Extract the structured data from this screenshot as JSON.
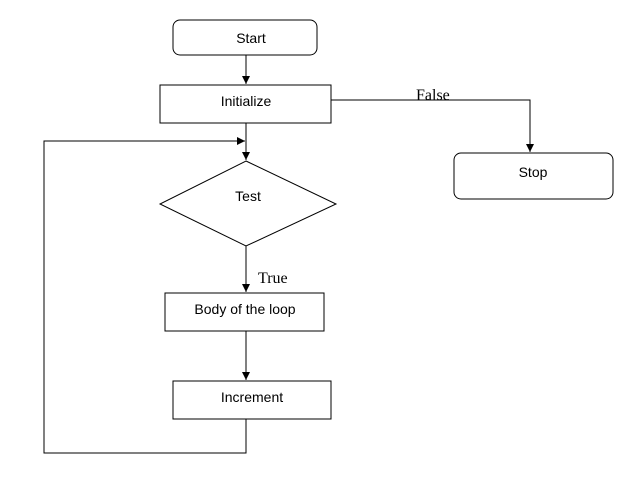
{
  "diagram": {
    "nodes": {
      "start": "Start",
      "initialize": "Initialize",
      "test": "Test",
      "body": "Body of the loop",
      "increment": "Increment",
      "stop": "Stop"
    },
    "edges": {
      "false_label": "False",
      "true_label": "True"
    }
  }
}
